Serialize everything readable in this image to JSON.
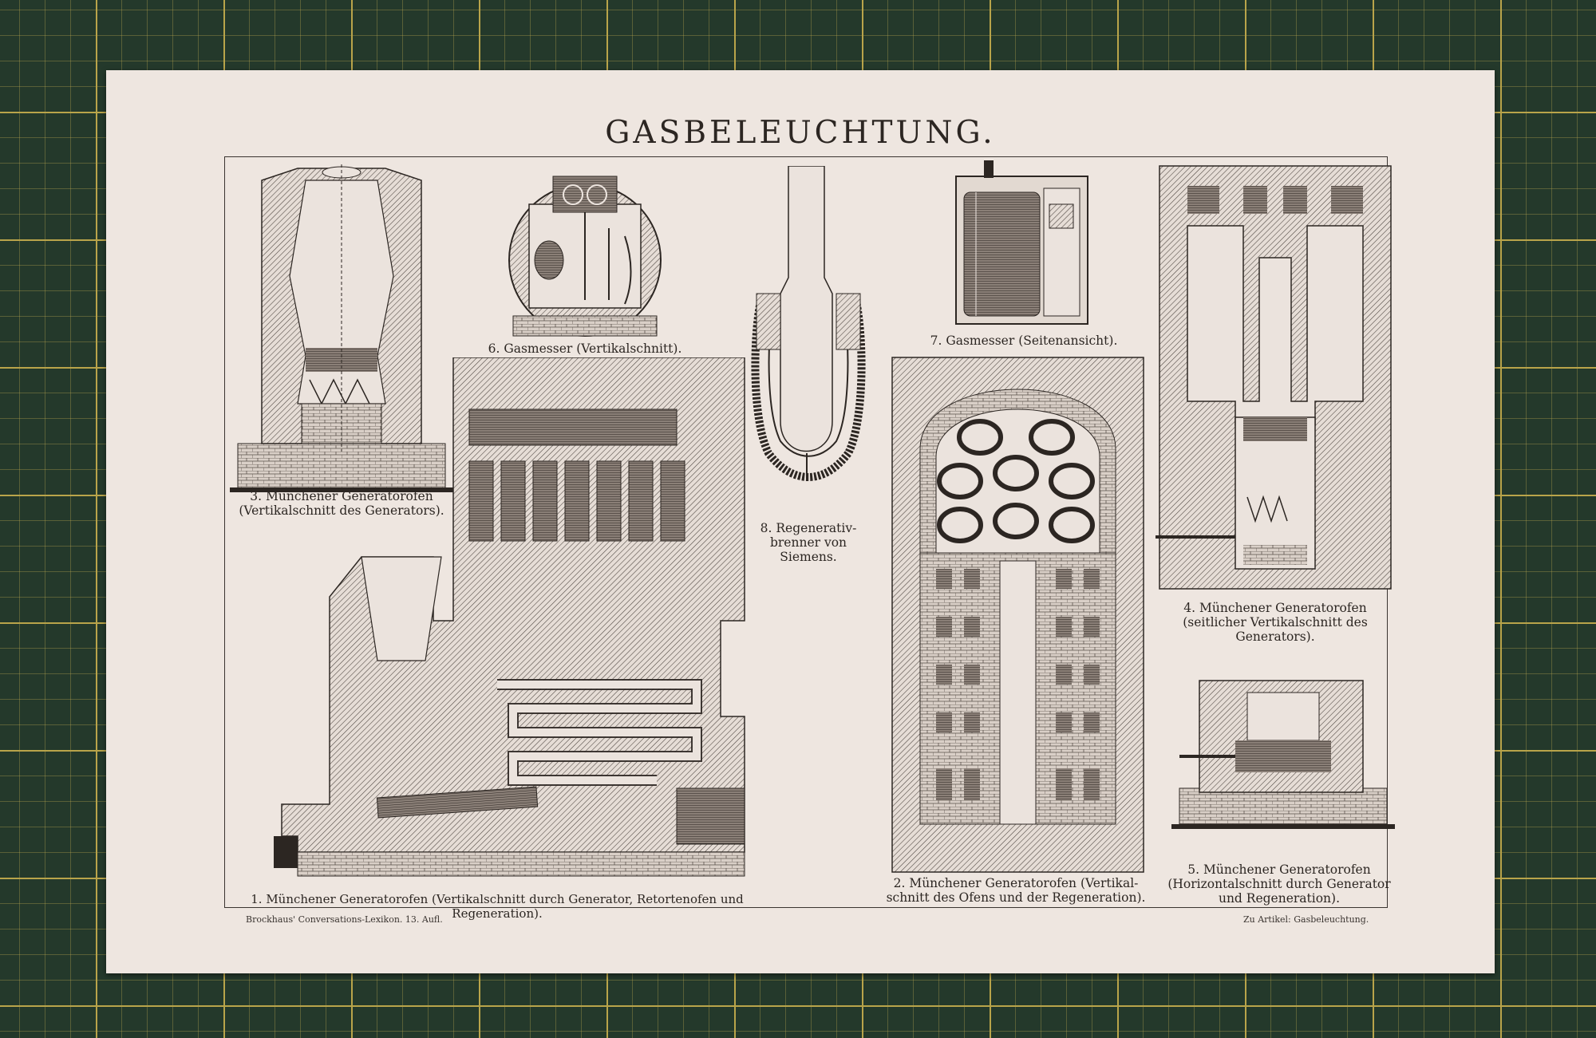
{
  "title": "GASBELEUCHTUNG.",
  "captions": {
    "fig1": "1. Münchener Generatorofen (Vertikalschnitt durch Generator, Retortenofen und Regeneration).",
    "fig2_line1": "2. Münchener Generatorofen (Vertikal-",
    "fig2_line2": "schnitt des Ofens und der Regeneration).",
    "fig3_line1": "3. Münchener Generatorofen",
    "fig3_line2": "(Vertikalschnitt des Generators).",
    "fig4_line1": "4. Münchener Generatorofen",
    "fig4_line2": "(seitlicher Vertikalschnitt des",
    "fig4_line3": "Generators).",
    "fig5_line1": "5. Münchener Generatorofen",
    "fig5_line2": "(Horizontalschnitt durch Generator",
    "fig5_line3": "und Regeneration).",
    "fig6": "6. Gasmesser (Vertikalschnitt).",
    "fig7": "7. Gasmesser (Seitenansicht).",
    "fig8_line1": "8. Regenerativ-",
    "fig8_line2": "brenner von",
    "fig8_line3": "Siemens."
  },
  "footer": {
    "left": "Brockhaus' Conversations-Lexikon. 13. Aufl.",
    "right": "Zu Artikel: Gasbeleuchtung."
  }
}
